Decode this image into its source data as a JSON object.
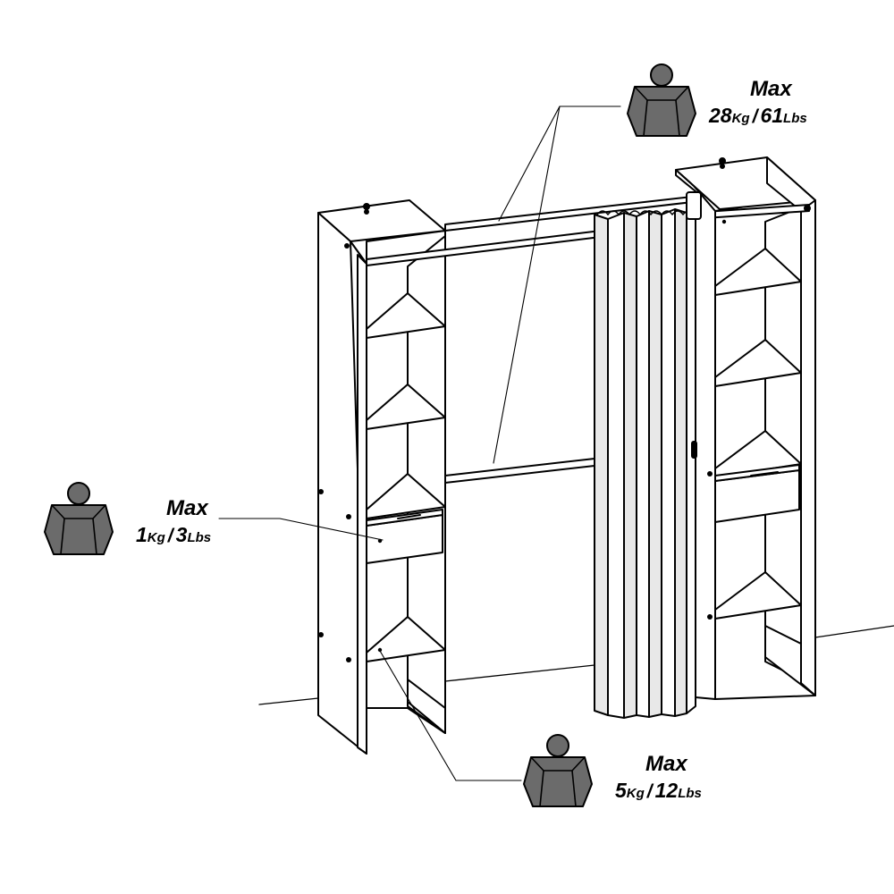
{
  "labels": {
    "top": {
      "max": "Max",
      "value1": "28",
      "unit1": "Kg",
      "sep": "/",
      "value2": "61",
      "unit2": "Lbs"
    },
    "left": {
      "max": "Max",
      "value1": "1",
      "unit1": "Kg",
      "sep": "/",
      "value2": "3",
      "unit2": "Lbs"
    },
    "bottom": {
      "max": "Max",
      "value1": "5",
      "unit1": "Kg",
      "sep": "/",
      "value2": "12",
      "unit2": "Lbs"
    }
  },
  "colors": {
    "weight": "#6b6b6b",
    "stroke": "#000000",
    "curtain_shade": "#e8e8e8",
    "background": "#ffffff"
  },
  "icons": [
    "weight-icon"
  ]
}
